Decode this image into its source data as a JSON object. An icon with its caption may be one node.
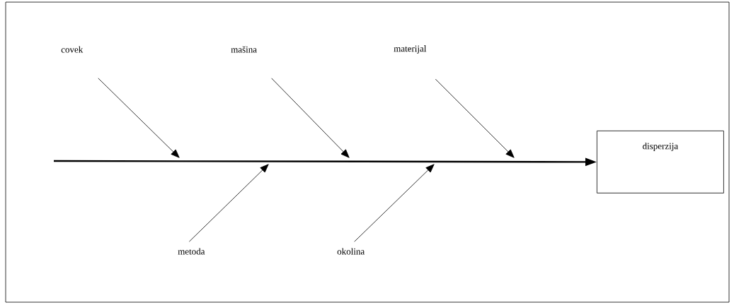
{
  "diagram": {
    "nodes": [
      {
        "text": [
          "covek"
        ]
      },
      {
        "text": [
          "mašina"
        ]
      },
      {
        "text": [
          "materijal"
        ]
      },
      {
        "text": [
          "metoda"
        ]
      },
      {
        "text": [
          "okolina"
        ]
      },
      {
        "text": [
          "disperzija"
        ]
      }
    ],
    "edges": [
      {
        "from": null,
        "to": 5,
        "arrow": "to",
        "style": "thick"
      },
      {
        "from": 0,
        "to": null,
        "arrow": "to"
      },
      {
        "from": 1,
        "to": null,
        "arrow": "to"
      },
      {
        "from": 2,
        "to": null,
        "arrow": "to"
      },
      {
        "from": 3,
        "to": null,
        "arrow": "to"
      },
      {
        "from": 4,
        "to": null,
        "arrow": "to"
      }
    ]
  }
}
